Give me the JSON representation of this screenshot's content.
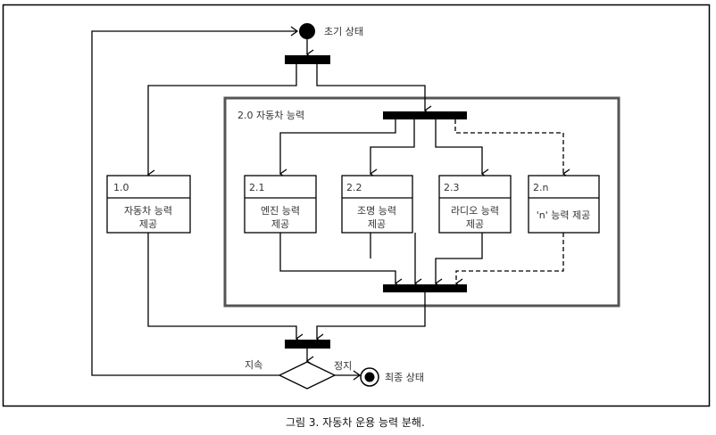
{
  "diagram": {
    "initial_state_label": "초기 상태",
    "final_state_label": "최종 상태",
    "group_label": "2.0 자동차 능력",
    "activities": [
      {
        "id": "1.0",
        "name_line1": "자동차 능력",
        "name_line2": "제공"
      },
      {
        "id": "2.1",
        "name_line1": "엔진 능력",
        "name_line2": "제공"
      },
      {
        "id": "2.2",
        "name_line1": "조명 능력",
        "name_line2": "제공"
      },
      {
        "id": "2.3",
        "name_line1": "라디오 능력",
        "name_line2": "제공"
      },
      {
        "id": "2.n",
        "name_line1": "'n' 능력 제공",
        "name_line2": ""
      }
    ],
    "decision_labels": {
      "continue": "지속",
      "stop": "정지"
    }
  },
  "caption": "그림 3. 자동차 운용 능력 분해."
}
